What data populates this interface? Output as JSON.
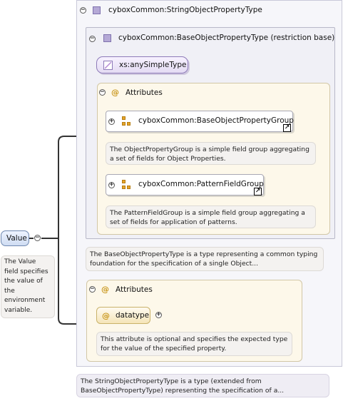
{
  "diagram": {
    "root": {
      "label": "Value",
      "note": "The Value field specifies the value of the environment variable."
    },
    "type_box": {
      "title": "cyboxCommon:StringObjectPropertyType",
      "note": "The StringObjectPropertyType is a type (extended from BaseObjectPropertyType) representing the specification of a..."
    },
    "base_box": {
      "title": "cyboxCommon:BaseObjectPropertyType (restriction base)",
      "note": "The BaseObjectPropertyType is a type representing a common typing foundation for the specification of a single Object..."
    },
    "simple_type": {
      "label": "xs:anySimpleType"
    },
    "attributes_1": {
      "title": "Attributes",
      "groups": [
        {
          "label": "cyboxCommon:BaseObjectPropertyGroup",
          "note": "The ObjectPropertyGroup is a simple field group aggregating a set of fields for Object Properties."
        },
        {
          "label": "cyboxCommon:PatternFieldGroup",
          "note": "The PatternFieldGroup is a simple field group aggregating a set of fields for application of patterns."
        }
      ]
    },
    "attributes_2": {
      "title": "Attributes",
      "attribute": {
        "label": "datatype",
        "note": "This attribute is optional and specifies the expected type for the value of the specified property."
      }
    }
  }
}
